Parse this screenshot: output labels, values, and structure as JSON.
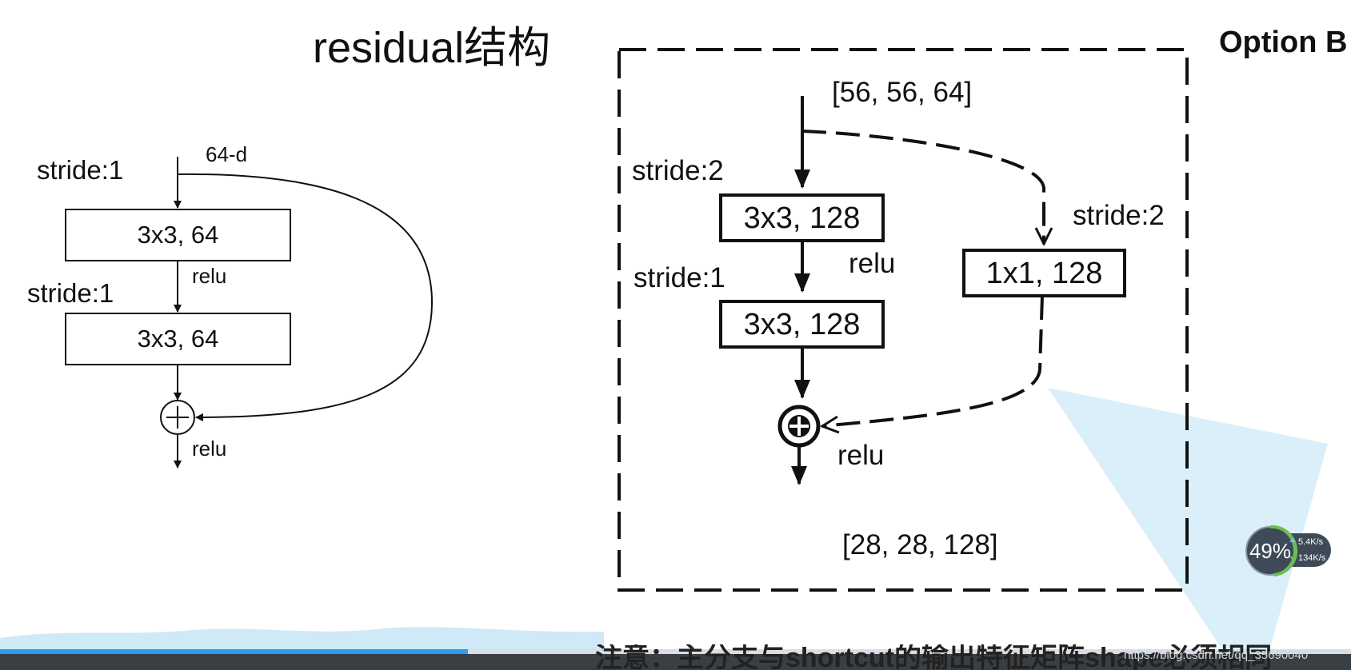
{
  "title": "residual结构",
  "option_label": "Option B",
  "left_block": {
    "input_dim": "64-d",
    "stride_top": "stride:1",
    "stride_mid": "stride:1",
    "conv1": "3x3, 64",
    "conv2": "3x3, 64",
    "relu_mid": "relu",
    "relu_out": "relu"
  },
  "right_block": {
    "input_shape": "[56, 56, 64]",
    "output_shape": "[28, 28, 128]",
    "stride_main_1": "stride:2",
    "stride_main_2": "stride:1",
    "stride_shortcut": "stride:2",
    "conv1": "3x3, 128",
    "conv2": "3x3, 128",
    "shortcut_conv": "1x1, 128",
    "relu_mid": "relu",
    "relu_out": "relu"
  },
  "footer_note": "注意：主分支与shortcut的输出特征矩阵shape必须相同",
  "watermark": "https://blog.csdn.net/qq_35690040",
  "speed_widget": {
    "percent": "49%",
    "upload": "5.4K/s",
    "download": "134K/s"
  },
  "colors": {
    "ink": "#111111",
    "video_progress": "#2a9df4",
    "overlay_triangle": "#d4ecf9",
    "widget_bg": "#3e4a57",
    "widget_ring": "#6cc04a"
  }
}
